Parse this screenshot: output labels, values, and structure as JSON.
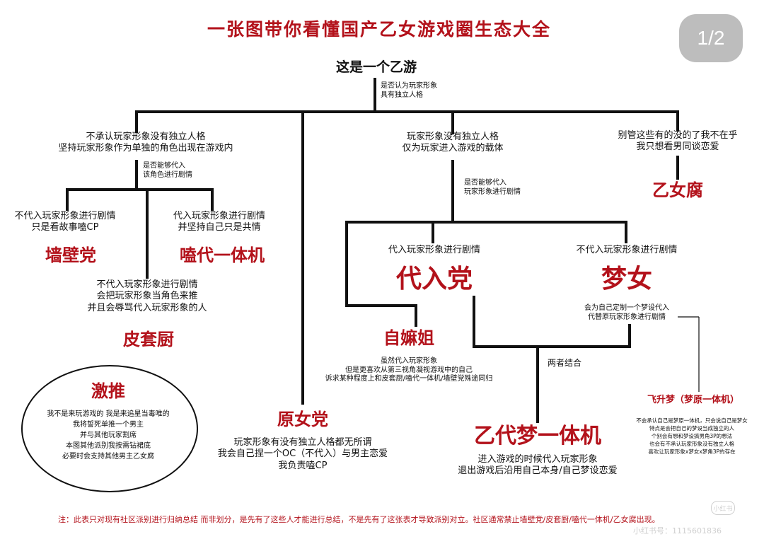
{
  "title": "一张图带你看懂国产乙女游戏圈生态大全",
  "page_indicator": "1/2",
  "root": "这是一个乙游",
  "q_root": [
    "是否认为玩家形象",
    "具有独立人格"
  ],
  "branch_left": [
    "不承认玩家形象没有独立人格",
    "坚持玩家形象作为单独的角色出现在游戏内"
  ],
  "q_left": [
    "是否能够代入",
    "该角色进行剧情"
  ],
  "branch_center": [
    "玩家形象没有独立人格",
    "仅为玩家进入游戏的载体"
  ],
  "q_center": [
    "是否能够代入",
    "玩家形象进行剧情"
  ],
  "branch_right": [
    "别管这些有的没的了我不在乎",
    "我只想看男同谈恋爱"
  ],
  "yinvfu": "乙女腐",
  "wall": {
    "desc": [
      "不代入玩家形象进行剧情",
      "只是看故事嗑CP"
    ],
    "name": "墙壁党"
  },
  "kedai": {
    "desc": [
      "代入玩家形象进行剧情",
      "并坚持自己只是共情"
    ],
    "name": "嗑代一体机"
  },
  "pitao": {
    "desc": [
      "不代入玩家形象进行剧情",
      "会把玩家形象当角色来推",
      "并且会辱骂代入玩家形象的人"
    ],
    "name": "皮套厨"
  },
  "dairu": {
    "label": "代入玩家形象进行剧情",
    "name": "代入党"
  },
  "mengnv": {
    "label": "不代入玩家形象进行剧情",
    "name": "梦女",
    "desc": [
      "会为自己定制一个梦设代入",
      "代替原玩家形象进行剧情"
    ]
  },
  "zimojie": {
    "name": "自嫲姐",
    "desc": [
      "虽然代入玩家形象",
      "但是更喜欢从第三视角凝视游戏中的自己",
      "诉求某种程度上和皮套厨/嗑代一体机/墙壁党殊途同归"
    ]
  },
  "combine": "两者结合",
  "yidai": {
    "name": "乙代梦一体机",
    "desc": [
      "进入游戏的时候代入玩家形象",
      "退出游戏后沿用自己本身/自己梦设恋爱"
    ]
  },
  "yuannv": {
    "name": "原女党",
    "desc": [
      "玩家形象有没有独立人格都无所谓",
      "我会自己捏一个OC（不代入）与男主恋爱",
      "我负责嗑CP"
    ]
  },
  "jitui": {
    "name": "激推",
    "desc": [
      "我不是来玩游戏的 我是来追星当毒唯的",
      "我将誓死单推一个男主",
      "并与其他玩家割席",
      "本图其他派别我按需钻裙底",
      "必要时会支持其他男主乙女腐"
    ]
  },
  "feisheng": {
    "name": "飞升梦（梦原一体机）",
    "desc": [
      "不会承认自己是梦原一体机，只会说自己是梦女",
      "特点是会把自己的梦设当成独立的人",
      "个别会有想和梦设搞男角3P的想法",
      "也会有不承认玩家形象没有独立人格",
      "喜欢让玩家形象x梦女x梦角3P的存在"
    ]
  },
  "footnote": "注：此表只对现有社区派别进行归纳总结 而非划分，是先有了这些人才能进行总结，不是先有了这张表才导致派别对立。社区通常禁止墙壁党/皮套厨/嗑代一体机/乙女腐出现。",
  "watermark": {
    "logo": "小红书",
    "id": "小红书号：1115601836"
  }
}
